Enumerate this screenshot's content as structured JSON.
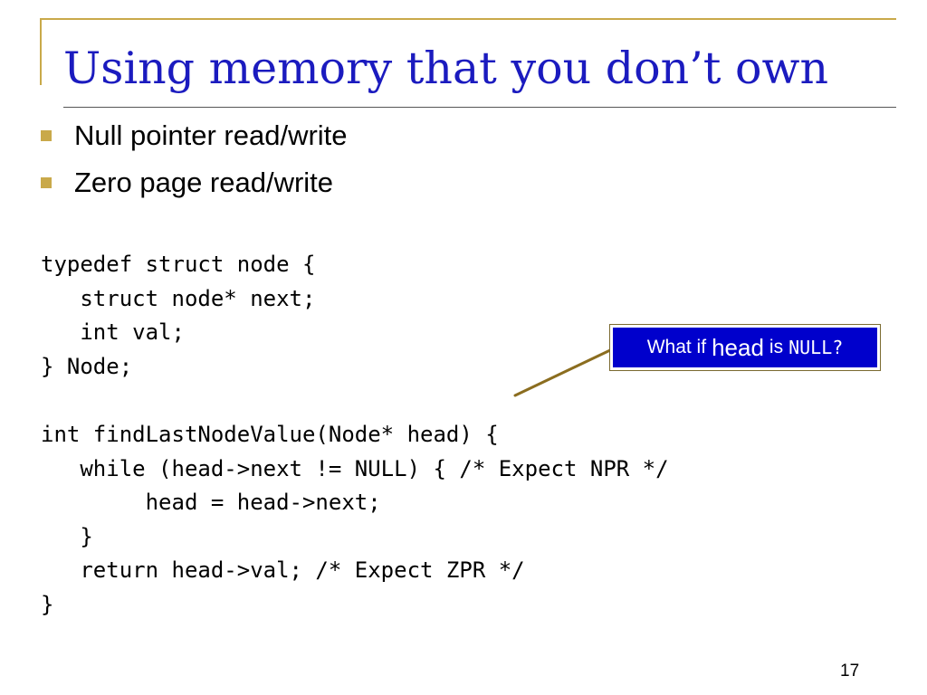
{
  "slide": {
    "title": "Using memory that you don’t own",
    "bullets": [
      "Null pointer read/write",
      "Zero page read/write"
    ],
    "code": [
      "typedef struct node {",
      "   struct node* next;",
      "   int val;",
      "} Node;",
      "",
      "int findLastNodeValue(Node* head) {",
      "   while (head->next != NULL) { /* Expect NPR */",
      "        head = head->next;",
      "   }",
      "   return head->val; /* Expect ZPR */",
      "}"
    ],
    "callout": {
      "prefix": "What if",
      "emphasis": "head",
      "middle": "is",
      "code": "NULL?"
    },
    "page_number": "17"
  },
  "colors": {
    "title": "#1b1bbf",
    "accent": "#c9a94a",
    "callout_background": "#0000cc",
    "callout_text": "#ffffff",
    "callout_connector": "#8b6d1f"
  }
}
